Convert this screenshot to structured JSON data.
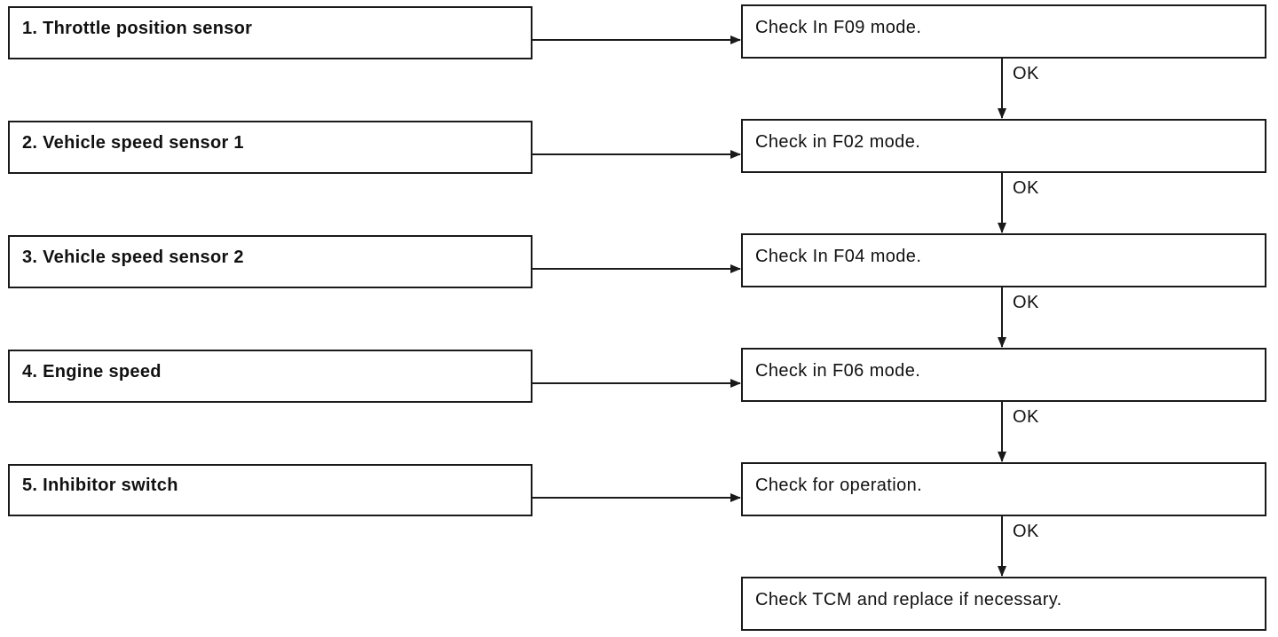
{
  "components": [
    {
      "label": "1. Throttle position sensor",
      "check": "Check In F09 mode."
    },
    {
      "label": "2. Vehicle speed sensor 1",
      "check": "Check in F02 mode."
    },
    {
      "label": "3. Vehicle speed sensor 2",
      "check": "Check In F04 mode."
    },
    {
      "label": "4. Engine speed",
      "check": "Check in F06 mode."
    },
    {
      "label": "5. Inhibitor switch",
      "check": "Check for operation."
    }
  ],
  "ok_label": "OK",
  "final_step": "Check TCM and replace if necessary."
}
